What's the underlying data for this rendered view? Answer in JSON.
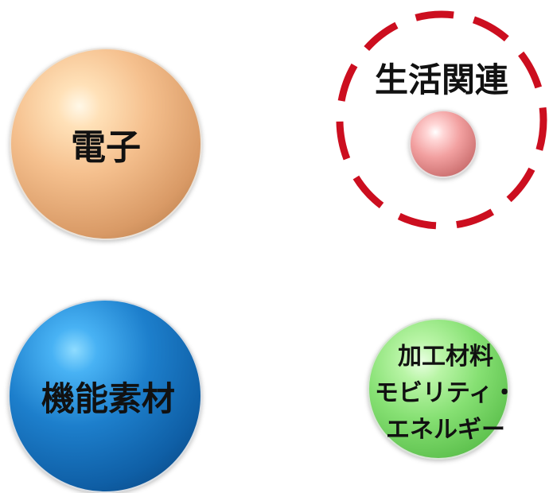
{
  "categories": {
    "electronics": {
      "label": "電子",
      "color": "#f5c08e"
    },
    "functional_materials": {
      "label": "機能素材",
      "color": "#1d7fcc"
    },
    "life_related": {
      "label": "生活関連",
      "color": "#f2a0a0",
      "highlight_color": "#cc0e1f"
    },
    "processing": {
      "lines": [
        "加工材料",
        "モビリティ・",
        "エネルギー"
      ],
      "color": "#86e073"
    }
  }
}
